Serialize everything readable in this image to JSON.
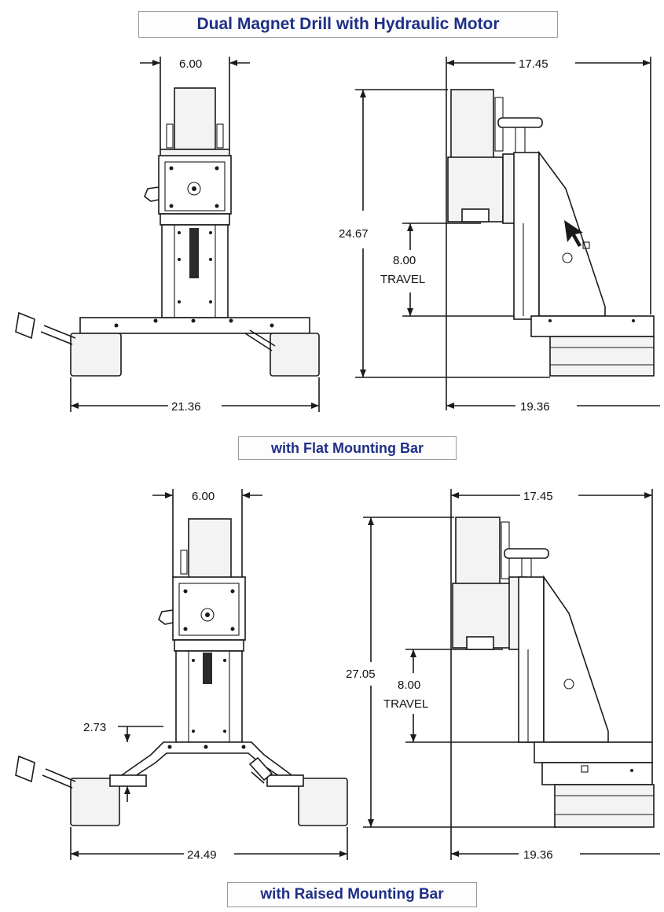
{
  "title": "Dual Magnet Drill with Hydraulic Motor",
  "captions": {
    "flat": "with Flat Mounting Bar",
    "raised": "with Raised Mounting Bar"
  },
  "flat_bar": {
    "front_top_width": "6.00",
    "front_base_width": "21.36",
    "side_top_depth": "17.45",
    "side_height": "24.67",
    "side_travel_value": "8.00",
    "side_travel_label": "TRAVEL",
    "side_base_depth": "19.36"
  },
  "raised_bar": {
    "front_top_width": "6.00",
    "front_bar_rise": "2.73",
    "front_base_width": "24.49",
    "side_top_depth": "17.45",
    "side_height": "27.05",
    "side_travel_value": "8.00",
    "side_travel_label": "TRAVEL",
    "side_base_depth": "19.36"
  }
}
